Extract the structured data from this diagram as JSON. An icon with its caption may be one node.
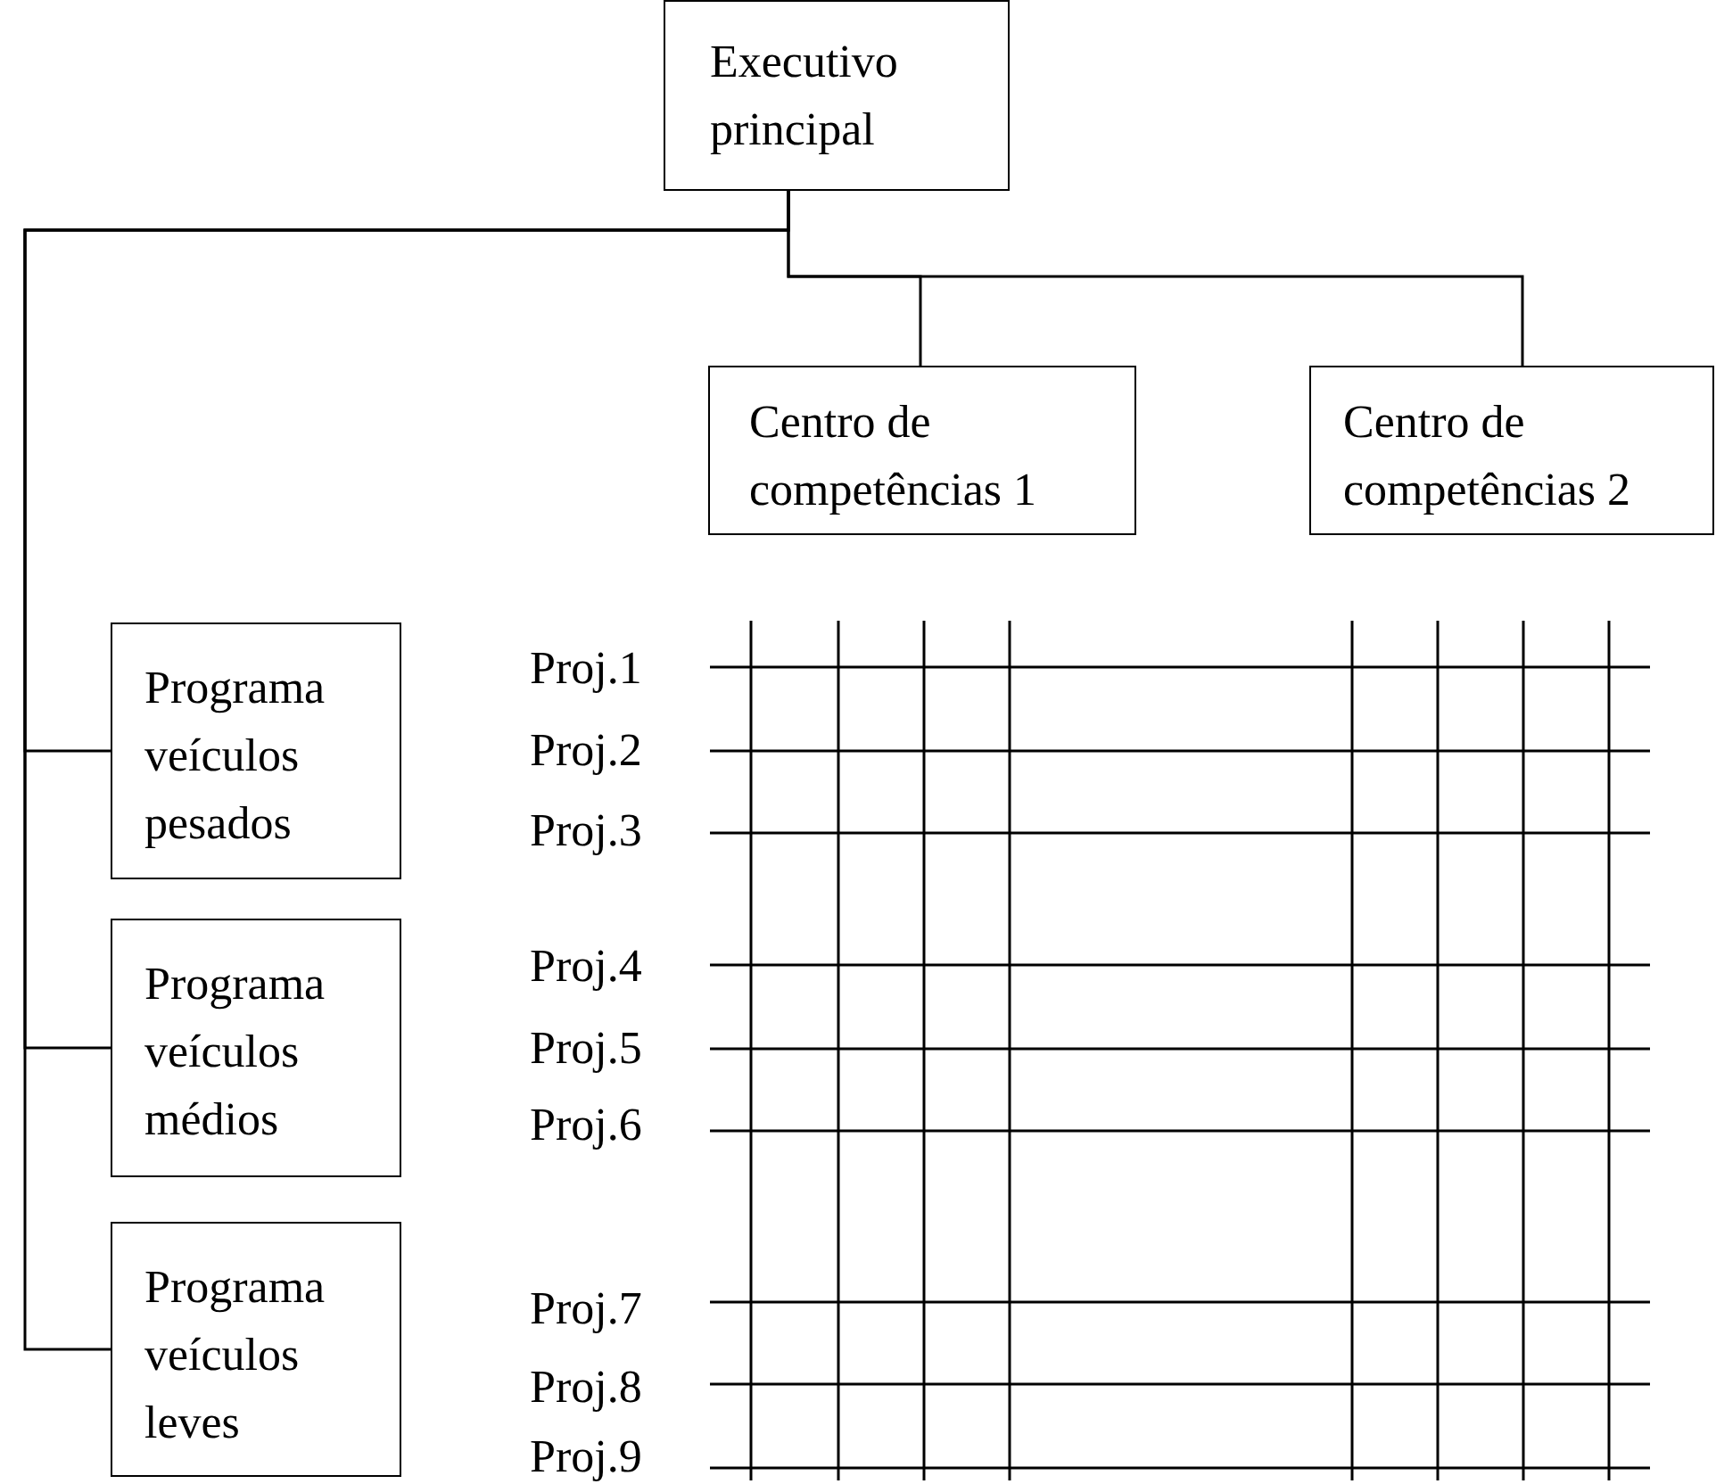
{
  "diagram": {
    "nodes": [
      {
        "text": [
          "Executivo principal"
        ]
      },
      {
        "text": [
          "Centro de competências 1"
        ]
      },
      {
        "text": [
          "Centro de competências 2"
        ]
      },
      {
        "text": [
          "Programa veículos pesados"
        ]
      },
      {
        "text": [
          "Programa veículos médios"
        ]
      },
      {
        "text": [
          "Programa veículos leves"
        ]
      }
    ],
    "edges": [
      {
        "from": 0,
        "to": 1,
        "arrow": "none"
      },
      {
        "from": 0,
        "to": 2,
        "arrow": "none"
      },
      {
        "from": 0,
        "to": 3,
        "arrow": "none"
      },
      {
        "from": 0,
        "to": 4,
        "arrow": "none"
      },
      {
        "from": 0,
        "to": 5,
        "arrow": "none"
      }
    ],
    "labels": [
      "Proj.1",
      "Proj.2",
      "Proj.3",
      "Proj.4",
      "Proj.5",
      "Proj.6",
      "Proj.7",
      "Proj.8",
      "Proj.9"
    ]
  }
}
